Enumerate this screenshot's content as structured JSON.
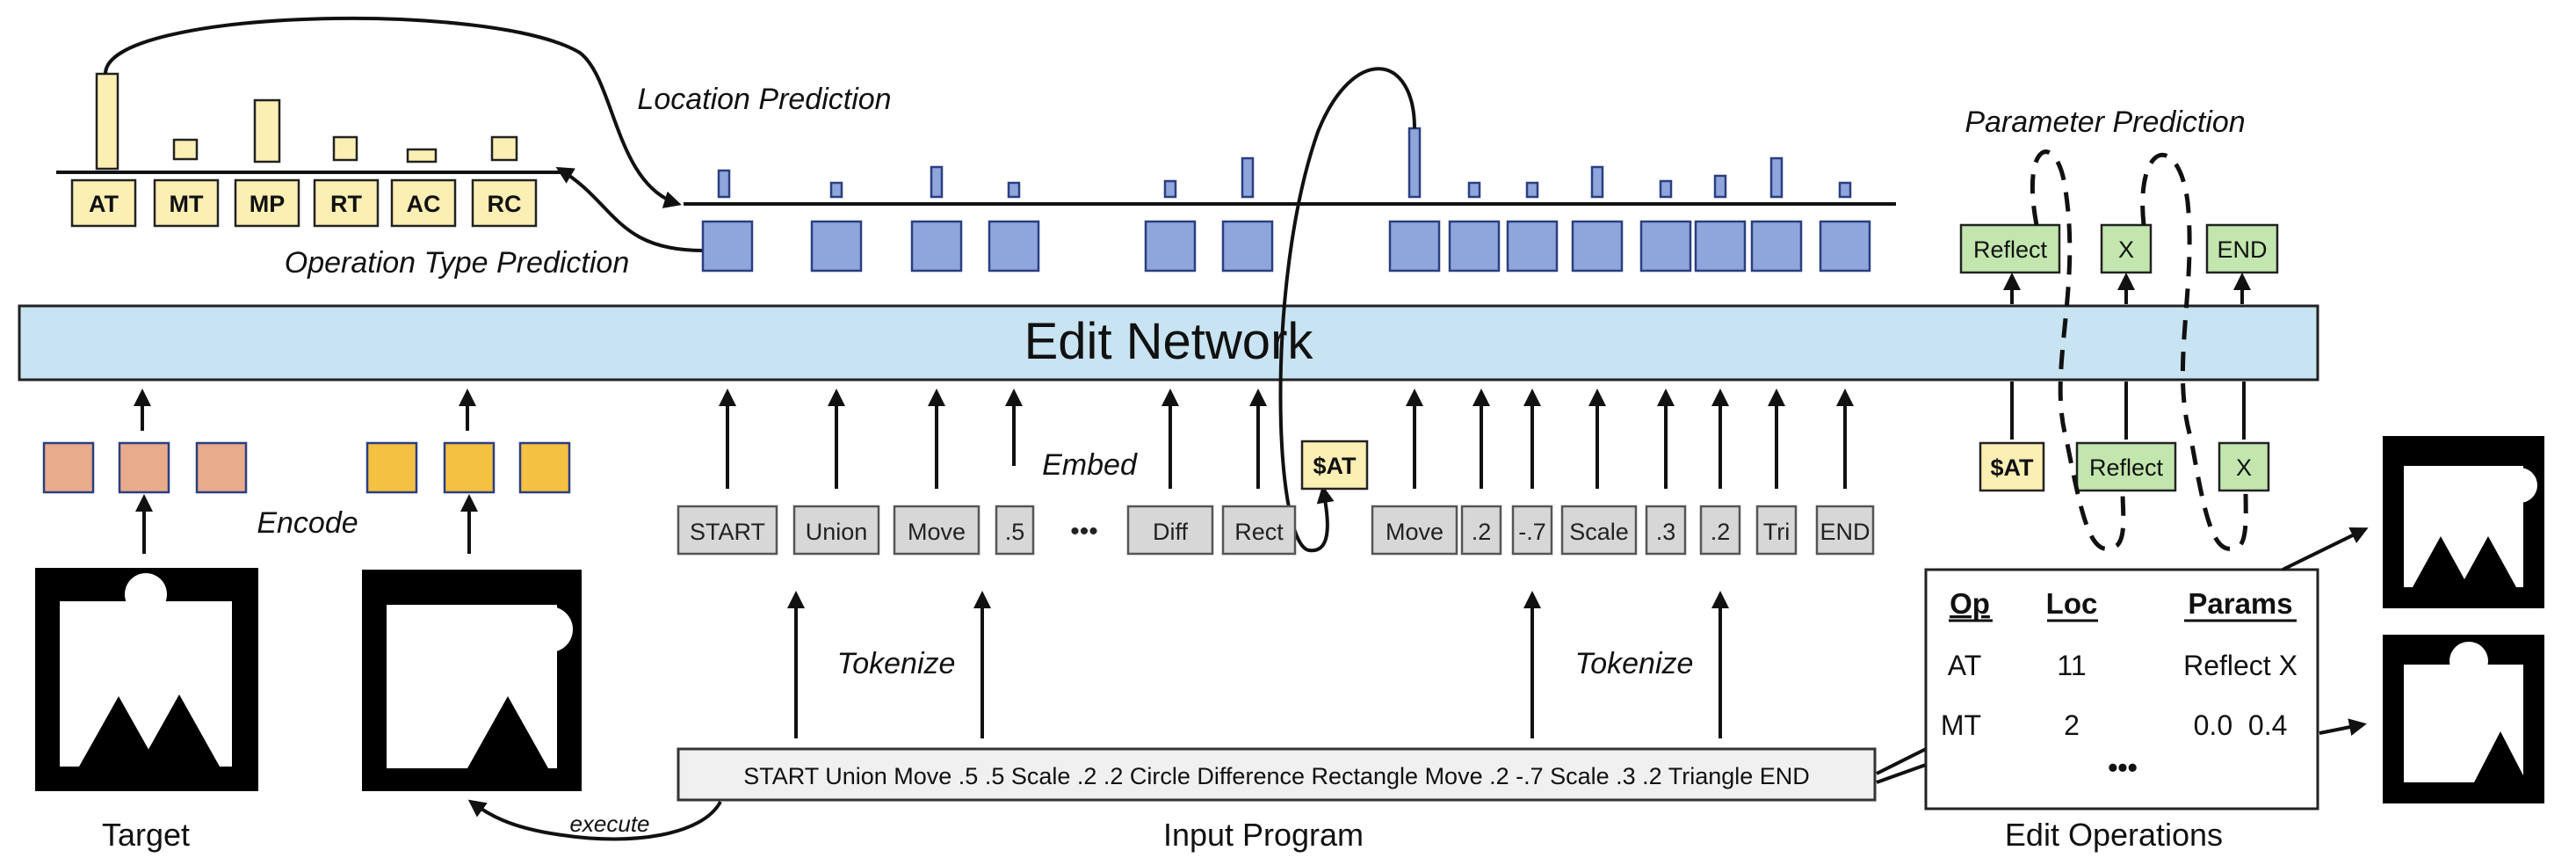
{
  "labels": {
    "location_prediction": "Location Prediction",
    "parameter_prediction": "Parameter Prediction",
    "operation_type_prediction": "Operation Type Prediction",
    "edit_network": "Edit Network",
    "embed": "Embed",
    "encode": "Encode",
    "tokenize_left": "Tokenize",
    "tokenize_right": "Tokenize",
    "execute": "execute",
    "target": "Target",
    "input_program": "Input Program",
    "edit_operations": "Edit Operations"
  },
  "op_types": [
    "AT",
    "MT",
    "MP",
    "RT",
    "AC",
    "RC"
  ],
  "input_tokens": [
    "START",
    "Union",
    "Move",
    ".5",
    "•••",
    "Diff",
    "Rect",
    "Move",
    ".2",
    "-.7",
    "Scale",
    ".3",
    ".2",
    "Tri",
    "END"
  ],
  "special_token": "$AT",
  "program_text": "START Union Move .5 .5 Scale .2 .2 Circle Difference Rectangle Move .2 -.7 Scale .3 .2 Triangle END",
  "param_outputs": [
    "Reflect",
    "X",
    "END"
  ],
  "param_inputs": [
    "$AT",
    "Reflect",
    "X"
  ],
  "edit_table": {
    "headers": [
      "Op",
      "Loc",
      "Params"
    ],
    "rows": [
      [
        "AT",
        "11",
        "Reflect X"
      ],
      [
        "MT",
        "2",
        "0.0  0.4"
      ]
    ],
    "ellipsis": "•••"
  },
  "colors": {
    "edit_network_fill": "#c8e3f1",
    "location_bar": "#8fa6dd",
    "op_type_fill": "#fbefb4",
    "param_fill": "#c2e6ae",
    "encode_target": "#e8ab8b",
    "encode_input": "#f5c142",
    "token_fill": "#d7d7d7"
  }
}
